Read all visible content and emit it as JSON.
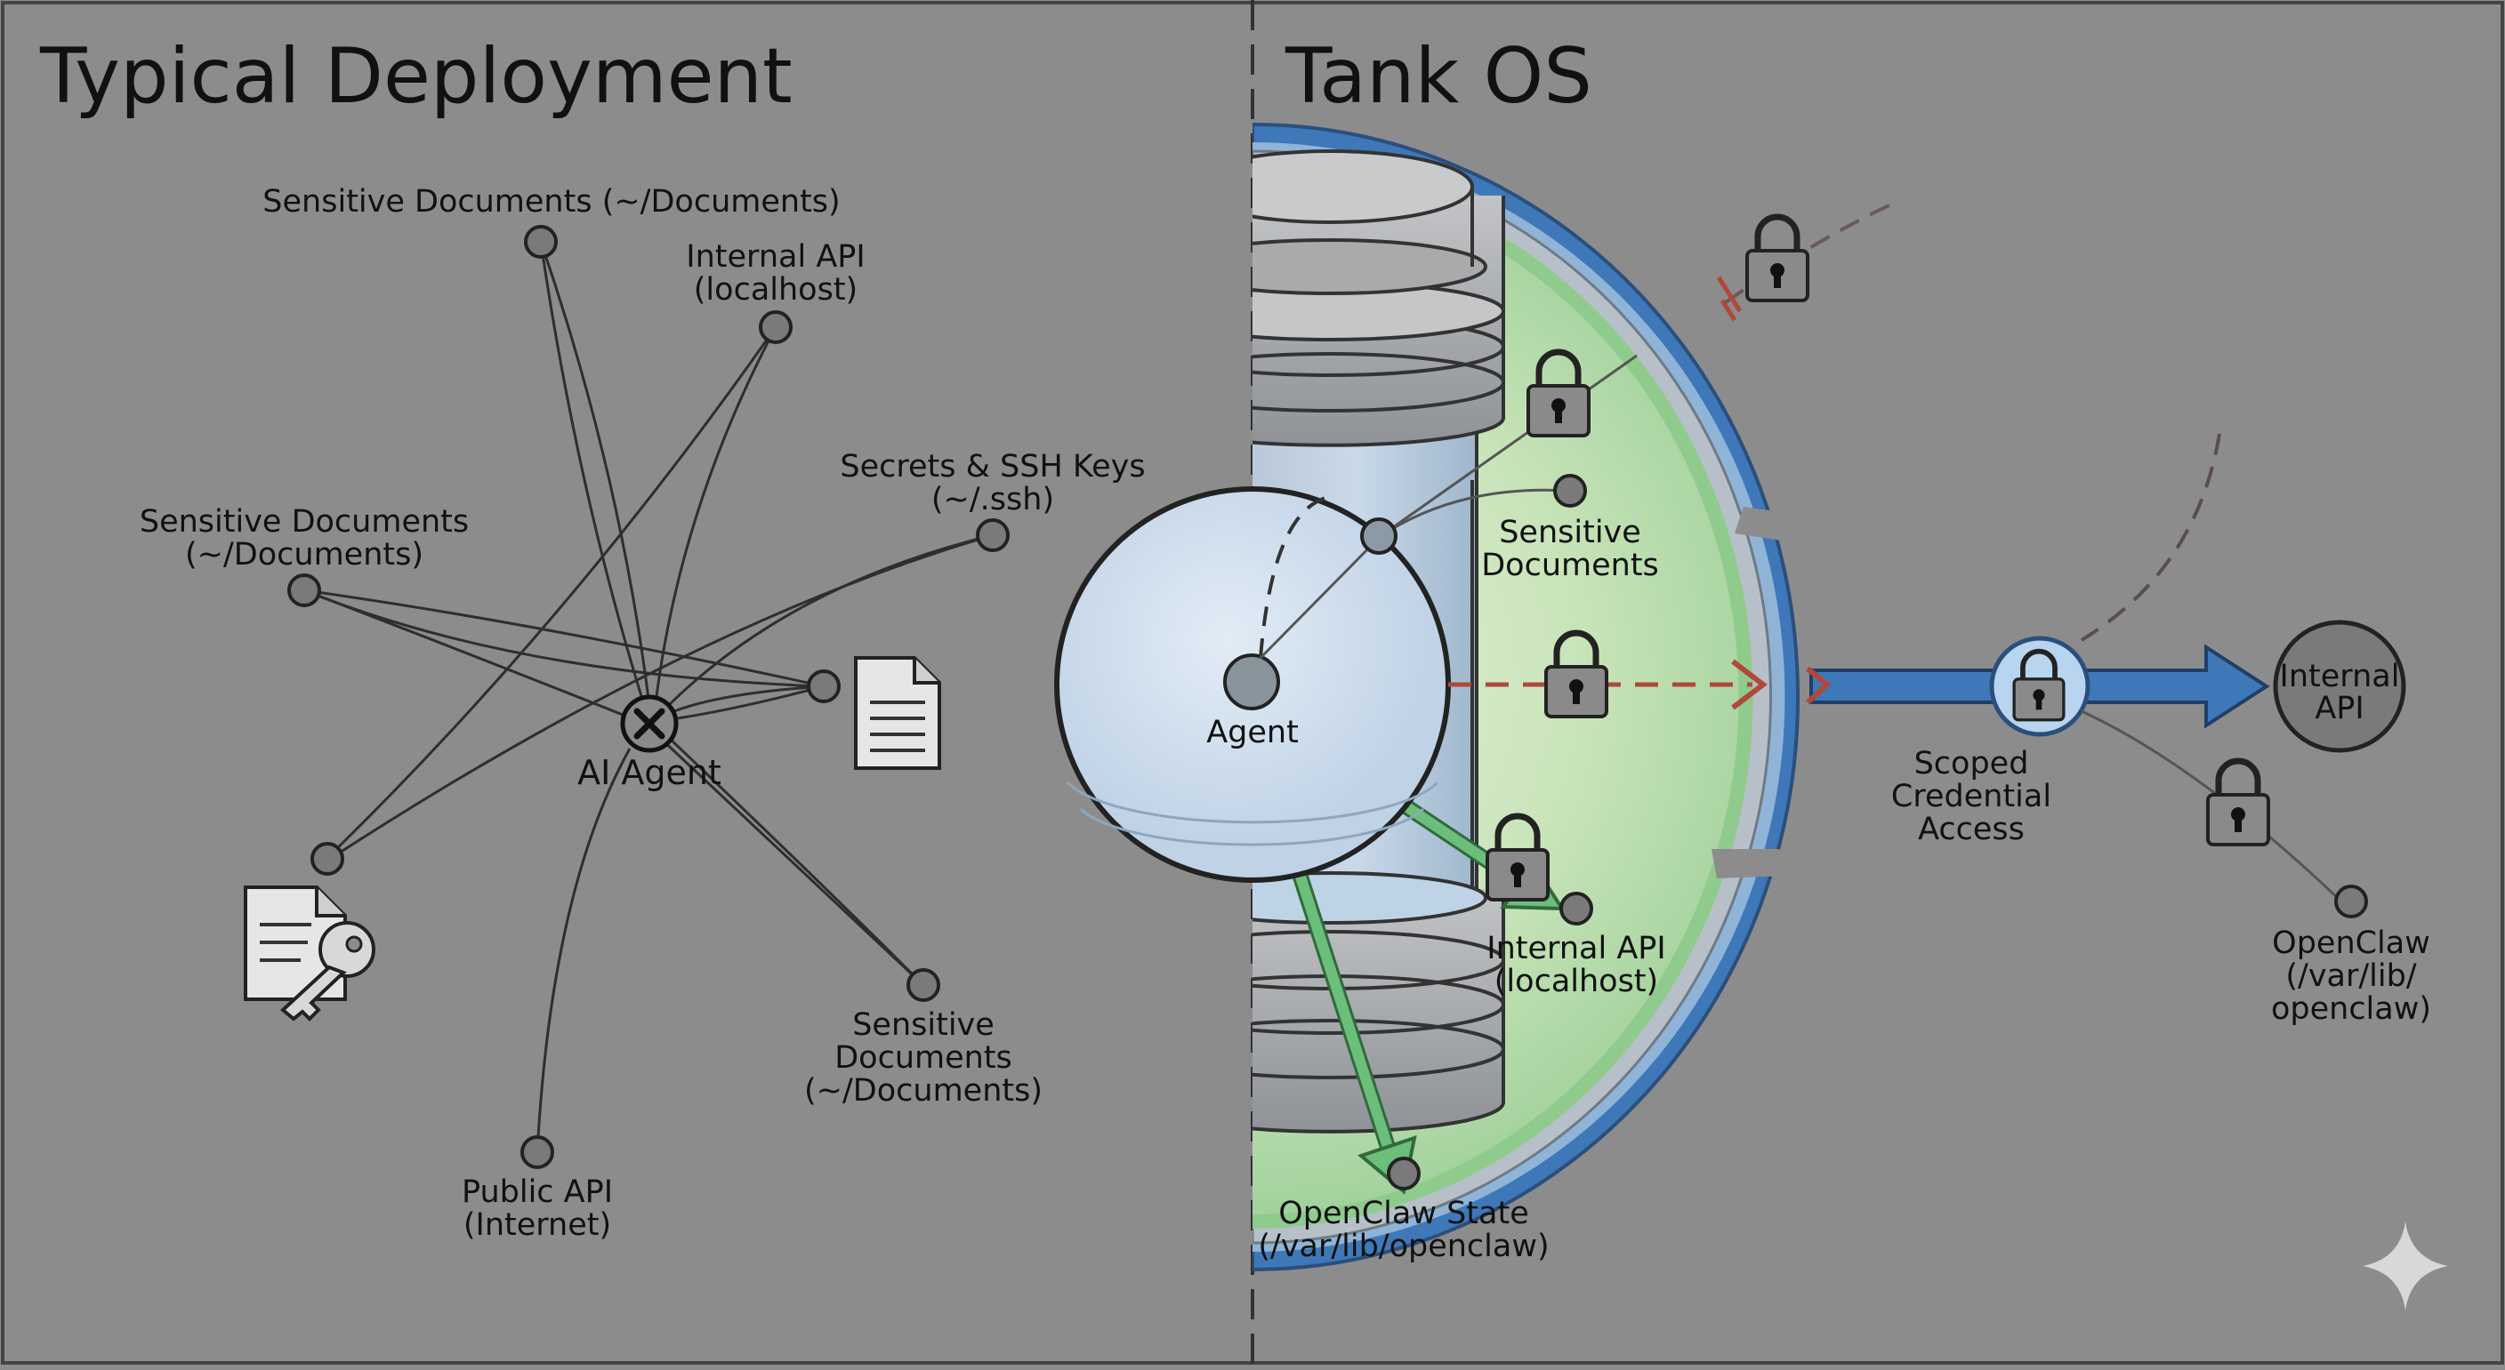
{
  "left_panel": {
    "title": "Typical Deployment",
    "hub_label": "AI Agent",
    "labels": {
      "docs_top": "Sensitive Documents (~/Documents)",
      "api_local_1": "Internal API",
      "api_local_2": "(localhost)",
      "secrets_1": "Secrets & SSH Keys",
      "secrets_2": "(~/.ssh)",
      "docs_left_1": "Sensitive Documents",
      "docs_left_2": "(~/Documents)",
      "docs_br_1": "Sensitive",
      "docs_br_2": "Documents",
      "docs_br_3": "(~/Documents)",
      "public_api_1": "Public API",
      "public_api_2": "(Internet)"
    },
    "icons": [
      "document-icon",
      "document-key-icon",
      "x-mark-icon"
    ]
  },
  "right_panel": {
    "title": "Tank OS",
    "center_label": "Agent",
    "labels": {
      "docs_1": "Sensitive",
      "docs_2": "Documents",
      "api_local_1": "Internal API",
      "api_local_2": "(localhost)",
      "state_1": "OpenClaw State",
      "state_2": "(/var/lib/openclaw)",
      "scoped_1": "Scoped",
      "scoped_2": "Credential",
      "scoped_3": "Access",
      "ext_api_1": "Internal",
      "ext_api_2": "API",
      "ext_oc_1": "OpenClaw",
      "ext_oc_2": "(/var/lib/",
      "ext_oc_3": "openclaw)"
    },
    "icons": [
      "lock-icon",
      "arrow-icon",
      "sparkle-icon"
    ],
    "colors": {
      "shield_blue": "#3f78b8",
      "shield_green": "#8cc48c",
      "inner_glow": "#cfe6c0",
      "blocked_red": "#b0483a",
      "allowed_green": "#4c9e5c",
      "agent_fill": "#d6e4f2"
    }
  }
}
